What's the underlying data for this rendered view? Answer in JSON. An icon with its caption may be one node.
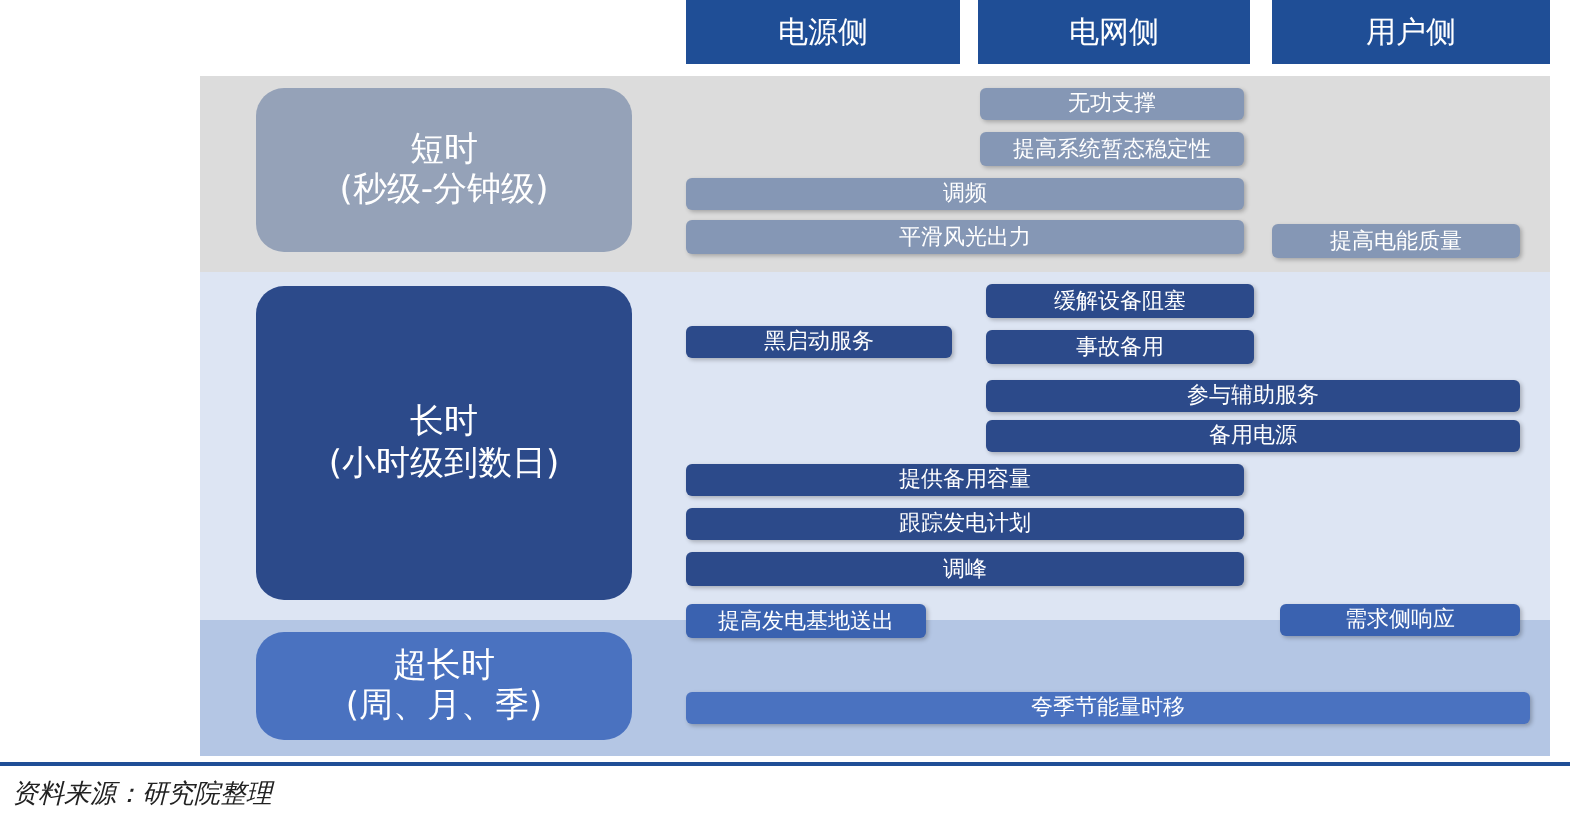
{
  "diagram": {
    "nodes": [
      {
        "text": [
          "电源侧"
        ]
      },
      {
        "text": [
          "电网侧"
        ]
      },
      {
        "text": [
          "用户侧"
        ]
      },
      {
        "text": [
          "短时",
          "(秒级-分钟级)"
        ]
      },
      {
        "text": [
          "无功支撑"
        ]
      },
      {
        "text": [
          "提高系统暂态稳定性"
        ]
      },
      {
        "text": [
          "调频"
        ]
      },
      {
        "text": [
          "平滑风光出力"
        ]
      },
      {
        "text": [
          "提高电能质量"
        ]
      },
      {
        "text": [
          "长时",
          "(小时级到数日)"
        ]
      },
      {
        "text": [
          "缓解设备阻塞"
        ]
      },
      {
        "text": [
          "黑启动服务"
        ]
      },
      {
        "text": [
          "事故备用"
        ]
      },
      {
        "text": [
          "参与辅助服务"
        ]
      },
      {
        "text": [
          "备用电源"
        ]
      },
      {
        "text": [
          "提供备用容量"
        ]
      },
      {
        "text": [
          "跟踪发电计划"
        ]
      },
      {
        "text": [
          "调峰"
        ]
      },
      {
        "text": [
          "超长时",
          "(周、月、季)"
        ]
      },
      {
        "text": [
          "提高发电基地送出"
        ]
      },
      {
        "text": [
          "需求侧响应"
        ]
      },
      {
        "text": [
          "夸季节能量时移"
        ]
      }
    ],
    "labels": [
      "资料来源：研究院整理"
    ]
  }
}
